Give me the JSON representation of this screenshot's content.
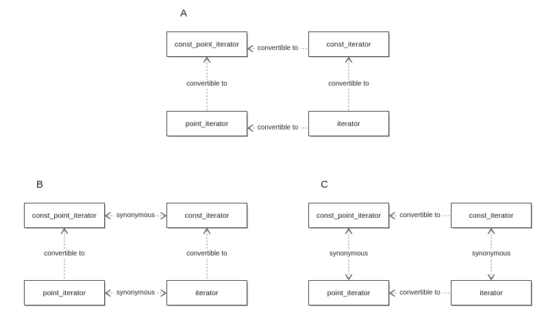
{
  "figure": {
    "panels": [
      {
        "id": "A",
        "letter": "A",
        "nodes": [
          {
            "id": "a-const-point-iterator",
            "label": "const_point_iterator"
          },
          {
            "id": "a-const-iterator",
            "label": "const_iterator"
          },
          {
            "id": "a-point-iterator",
            "label": "point_iterator"
          },
          {
            "id": "a-iterator",
            "label": "iterator"
          }
        ],
        "edges": [
          {
            "id": "a-top-horizontal",
            "label": "convertible to",
            "direction": "left",
            "orientation": "horizontal"
          },
          {
            "id": "a-bottom-horizontal",
            "label": "convertible to",
            "direction": "left",
            "orientation": "horizontal"
          },
          {
            "id": "a-left-vertical",
            "label": "convertible to",
            "direction": "up",
            "orientation": "vertical"
          },
          {
            "id": "a-right-vertical",
            "label": "convertible to",
            "direction": "up",
            "orientation": "vertical"
          }
        ]
      },
      {
        "id": "B",
        "letter": "B",
        "nodes": [
          {
            "id": "b-const-point-iterator",
            "label": "const_point_iterator"
          },
          {
            "id": "b-const-iterator",
            "label": "const_iterator"
          },
          {
            "id": "b-point-iterator",
            "label": "point_iterator"
          },
          {
            "id": "b-iterator",
            "label": "iterator"
          }
        ],
        "edges": [
          {
            "id": "b-top-horizontal",
            "label": "synonymous",
            "direction": "both",
            "orientation": "horizontal"
          },
          {
            "id": "b-bottom-horizontal",
            "label": "synonymous",
            "direction": "both",
            "orientation": "horizontal"
          },
          {
            "id": "b-left-vertical",
            "label": "convertible to",
            "direction": "up",
            "orientation": "vertical"
          },
          {
            "id": "b-right-vertical",
            "label": "convertible to",
            "direction": "up",
            "orientation": "vertical"
          }
        ]
      },
      {
        "id": "C",
        "letter": "C",
        "nodes": [
          {
            "id": "c-const-point-iterator",
            "label": "const_point_iterator"
          },
          {
            "id": "c-const-iterator",
            "label": "const_iterator"
          },
          {
            "id": "c-point-iterator",
            "label": "point_iterator"
          },
          {
            "id": "c-iterator",
            "label": "iterator"
          }
        ],
        "edges": [
          {
            "id": "c-top-horizontal",
            "label": "convertible to",
            "direction": "left",
            "orientation": "horizontal"
          },
          {
            "id": "c-bottom-horizontal",
            "label": "convertible to",
            "direction": "left",
            "orientation": "horizontal"
          },
          {
            "id": "c-left-vertical",
            "label": "synonymous",
            "direction": "both",
            "orientation": "vertical"
          },
          {
            "id": "c-right-vertical",
            "label": "synonymous",
            "direction": "both",
            "orientation": "vertical"
          }
        ]
      }
    ],
    "colors": {
      "box_border": "#3d3d3d",
      "box_fill": "#ffffff",
      "connector": "#8c8c8c",
      "arrowhead": "#3d3d3d",
      "text": "#111111",
      "background": "#ffffff"
    }
  }
}
